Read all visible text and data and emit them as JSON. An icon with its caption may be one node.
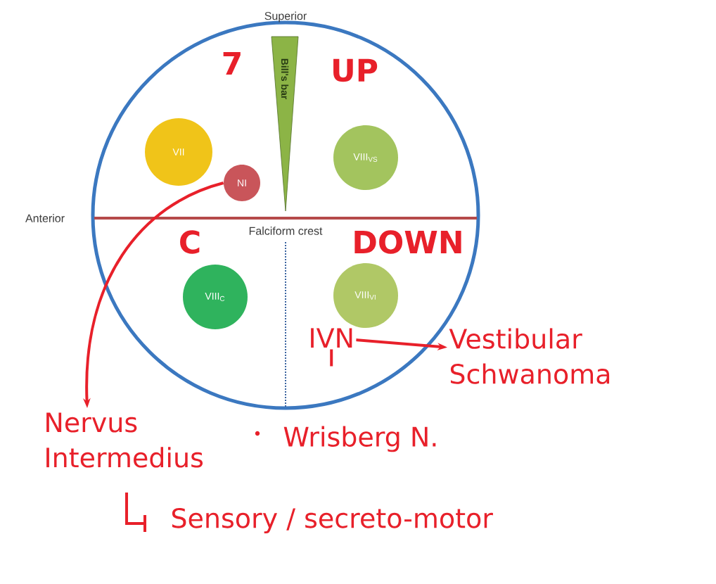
{
  "diagram": {
    "nodes": [
      {
        "text": [
          "Bill's bar"
        ]
      },
      {
        "text": [
          "VII"
        ]
      },
      {
        "text": [
          "NI"
        ]
      },
      {
        "text": [
          "VIII$_{VS}$"
        ]
      },
      {
        "text": [
          "VIII$_{C}$"
        ]
      },
      {
        "text": [
          "VIII$_{VI}$"
        ]
      },
      {
        "text": [
          "Nervus Intermedius"
        ]
      },
      {
        "text": [
          "IVN"
        ]
      },
      {
        "text": [
          "Vestibular Schwanoma"
        ]
      }
    ],
    "edges": [
      {
        "from": 2,
        "to": 6,
        "arrow": "to"
      },
      {
        "from": 7,
        "to": 8,
        "arrow": "to"
      },
      {
        "from": 7,
        "to": null,
        "arrow": "none"
      }
    ],
    "labels": [
      "Superior",
      "7",
      "UP",
      "Anterior",
      "Falciform crest",
      "C",
      "DOWN",
      "Wrisberg N.",
      "Sensory / secreto-motor"
    ]
  }
}
